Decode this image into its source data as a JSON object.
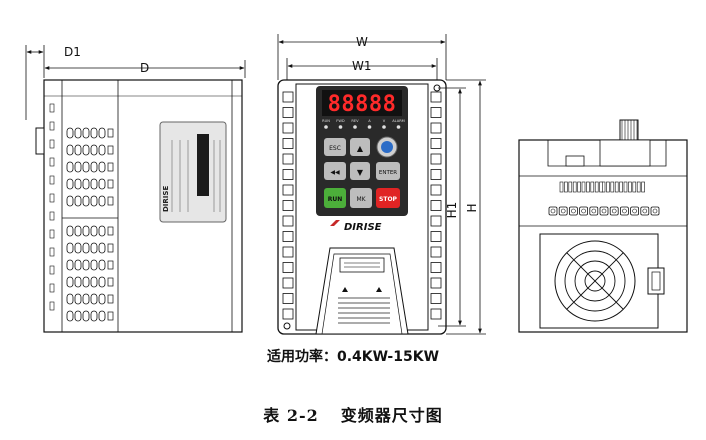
{
  "dimensions": {
    "d1": "D1",
    "d": "D",
    "w": "W",
    "w1": "W1",
    "h1": "H1",
    "h": "H"
  },
  "keypad": {
    "display_digits": "88888",
    "indicator_labels": [
      "RUN",
      "FWD",
      "REV",
      "A",
      "V",
      "ALARM"
    ],
    "keys": {
      "esc": "ESC",
      "up": "▲",
      "shift": "◀◀",
      "down": "▼",
      "enter": "ENTER",
      "run": "RUN",
      "mk": "MK",
      "stop": "STOP"
    }
  },
  "brand": {
    "logo_text": "DIRISE"
  },
  "caption": {
    "power_label": "适用功率：",
    "power_range": "0.4KW-15KW",
    "figure_number": "表 2-2",
    "figure_title": "变频器尺寸图"
  },
  "colors": {
    "display_red": "#ff2a2a",
    "run_key": "#4caf3a",
    "stop_key": "#e02424",
    "body_dark": "#2a2a2a"
  }
}
